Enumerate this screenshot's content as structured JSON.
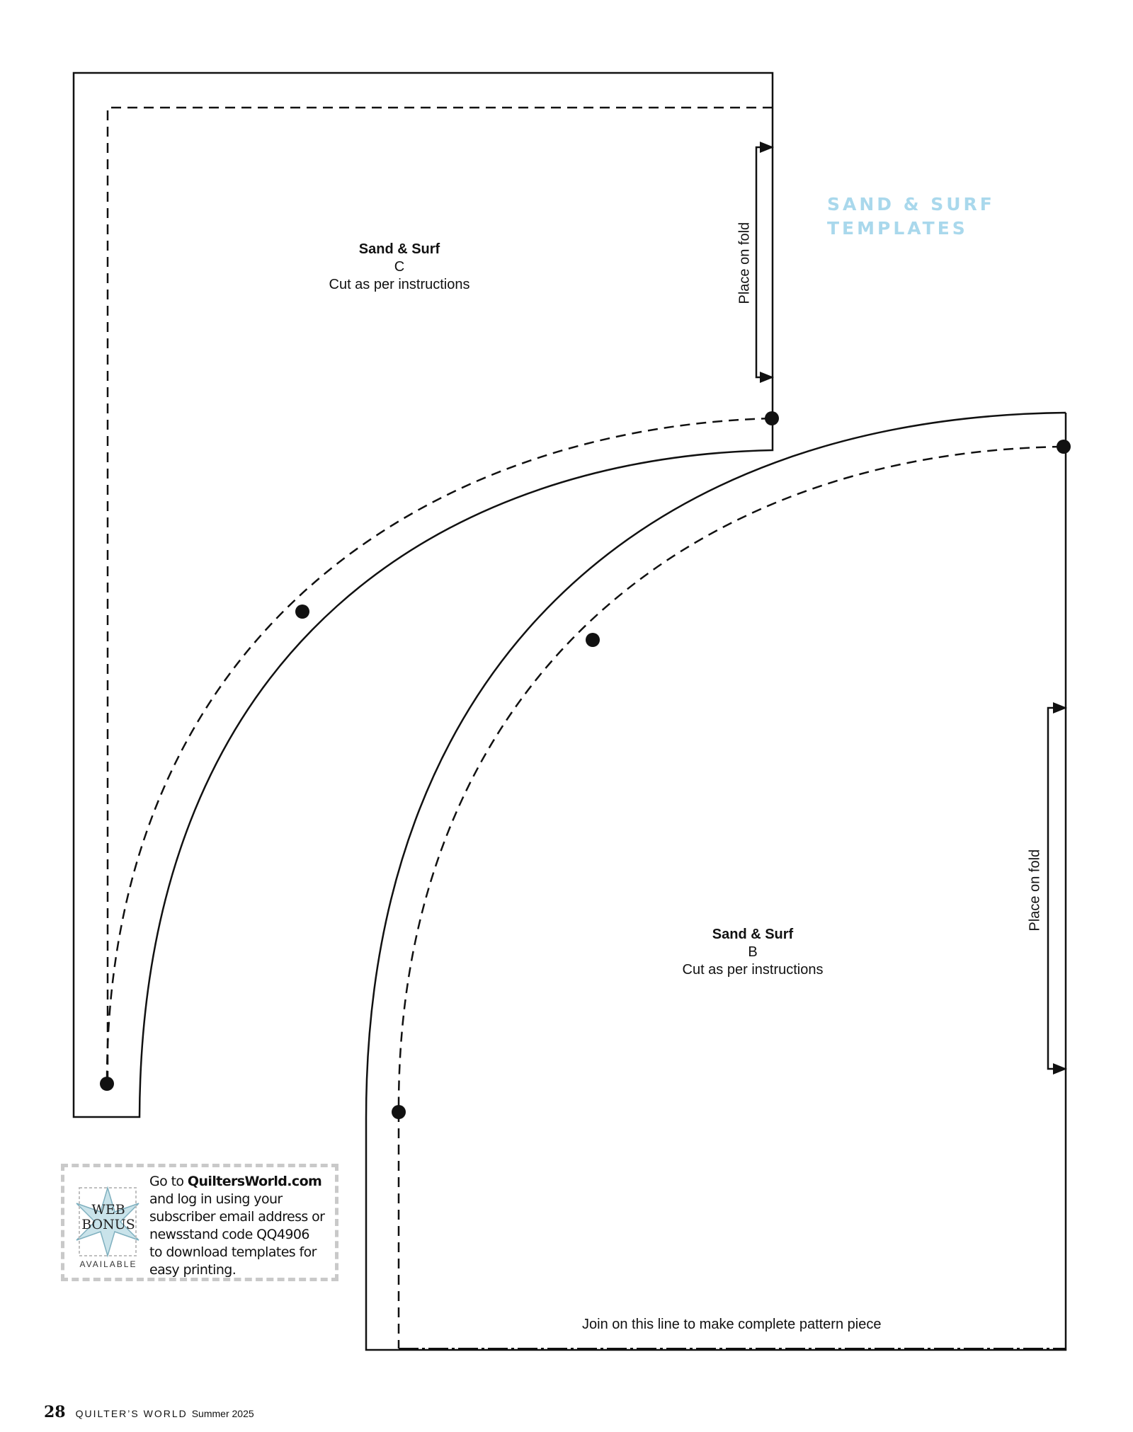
{
  "section_title_line1": "SAND & SURF",
  "section_title_line2": "TEMPLATES",
  "template_c": {
    "name": "Sand & Surf",
    "letter": "C",
    "instructions": "Cut as per instructions",
    "fold_label": "Place on fold"
  },
  "template_b": {
    "name": "Sand & Surf",
    "letter": "B",
    "instructions": "Cut as per instructions",
    "fold_label": "Place on fold",
    "join_label": "Join on this line to make complete pattern piece"
  },
  "web_bonus": {
    "badge_line1": "WEB",
    "badge_line2": "BONUS",
    "badge_line3": "AVAILABLE",
    "go_to": "Go to",
    "site": "QuiltersWorld.com",
    "line2": "and log in using your",
    "line3": "subscriber email address or",
    "line4": "newsstand code QQ4906",
    "line5": "to download templates for",
    "line6": "easy printing."
  },
  "footer": {
    "page_number": "28",
    "magazine": "QUILTER’S WORLD",
    "issue": "Summer 2025"
  }
}
